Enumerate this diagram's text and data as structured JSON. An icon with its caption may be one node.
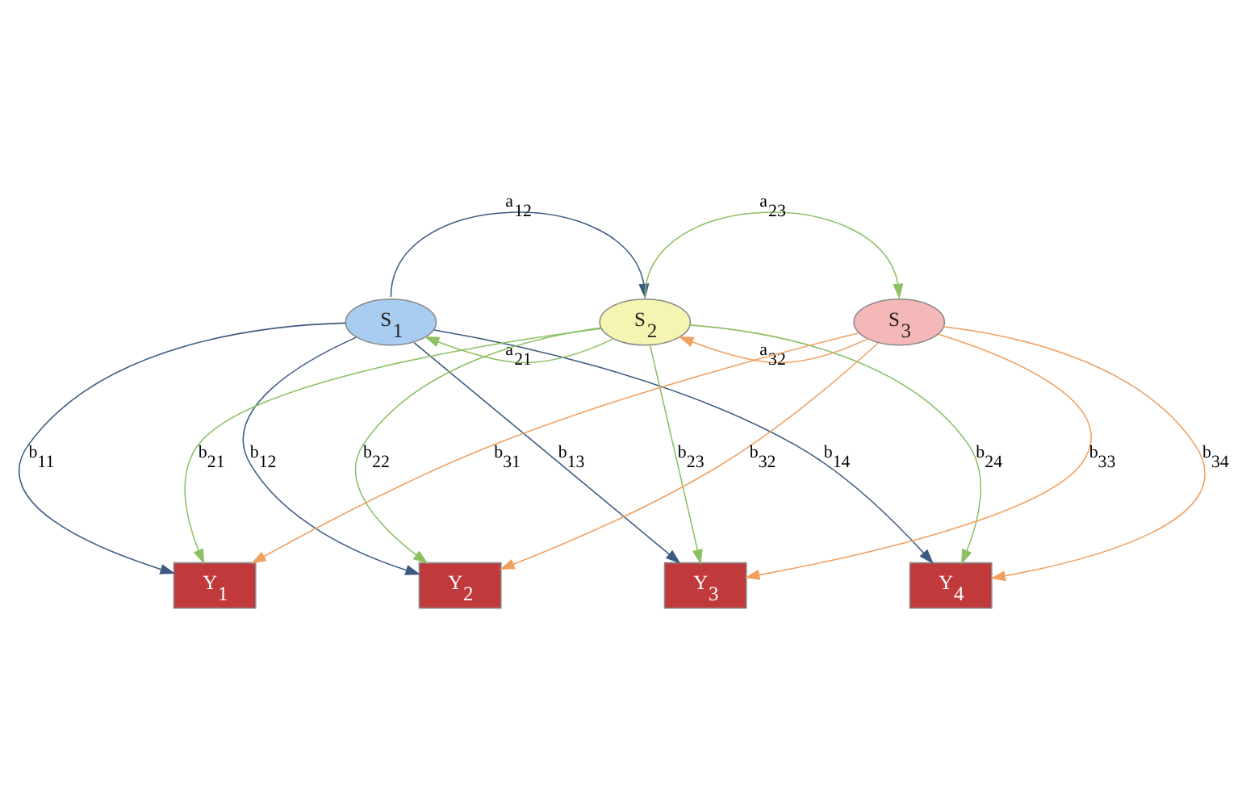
{
  "diagram": {
    "nodes": [
      {
        "text": [
          "S$_{1}$"
        ]
      },
      {
        "text": [
          "S$_{2}$"
        ]
      },
      {
        "text": [
          "S$_{3}$"
        ]
      },
      {
        "text": [
          "Y$_{1}$"
        ]
      },
      {
        "text": [
          "Y$_{2}$"
        ]
      },
      {
        "text": [
          "Y$_{3}$"
        ]
      },
      {
        "text": [
          "Y$_{4}$"
        ]
      }
    ],
    "edges": [
      {
        "from": 0,
        "to": 1,
        "arrow": "to",
        "label": "a$_{12}$",
        "color": "#3d5a80"
      },
      {
        "from": 1,
        "to": 0,
        "arrow": "to",
        "label": "a$_{21}$",
        "color": "#8cc063"
      },
      {
        "from": 1,
        "to": 2,
        "arrow": "to",
        "label": "a$_{23}$",
        "color": "#8cc063"
      },
      {
        "from": 2,
        "to": 1,
        "arrow": "to",
        "label": "a$_{32}$",
        "color": "#f0a060"
      },
      {
        "from": 0,
        "to": 3,
        "arrow": "to",
        "label": "b$_{11}$",
        "color": "#3d5a80"
      },
      {
        "from": 0,
        "to": 4,
        "arrow": "to",
        "label": "b$_{12}$",
        "color": "#3d5a80"
      },
      {
        "from": 0,
        "to": 5,
        "arrow": "to",
        "label": "b$_{13}$",
        "color": "#3d5a80"
      },
      {
        "from": 0,
        "to": 6,
        "arrow": "to",
        "label": "b$_{14}$",
        "color": "#3d5a80"
      },
      {
        "from": 1,
        "to": 3,
        "arrow": "to",
        "label": "b$_{21}$",
        "color": "#8cc063"
      },
      {
        "from": 1,
        "to": 4,
        "arrow": "to",
        "label": "b$_{22}$",
        "color": "#8cc063"
      },
      {
        "from": 1,
        "to": 5,
        "arrow": "to",
        "label": "b$_{23}$",
        "color": "#8cc063"
      },
      {
        "from": 1,
        "to": 6,
        "arrow": "to",
        "label": "b$_{24}$",
        "color": "#8cc063"
      },
      {
        "from": 2,
        "to": 3,
        "arrow": "to",
        "label": "b$_{31}$",
        "color": "#f0a060"
      },
      {
        "from": 2,
        "to": 4,
        "arrow": "to",
        "label": "b$_{32}$",
        "color": "#f0a060"
      },
      {
        "from": 2,
        "to": 5,
        "arrow": "to",
        "label": "b$_{33}$",
        "color": "#f0a060"
      },
      {
        "from": 2,
        "to": 6,
        "arrow": "to",
        "label": "b$_{34}$",
        "color": "#f0a060"
      }
    ]
  }
}
